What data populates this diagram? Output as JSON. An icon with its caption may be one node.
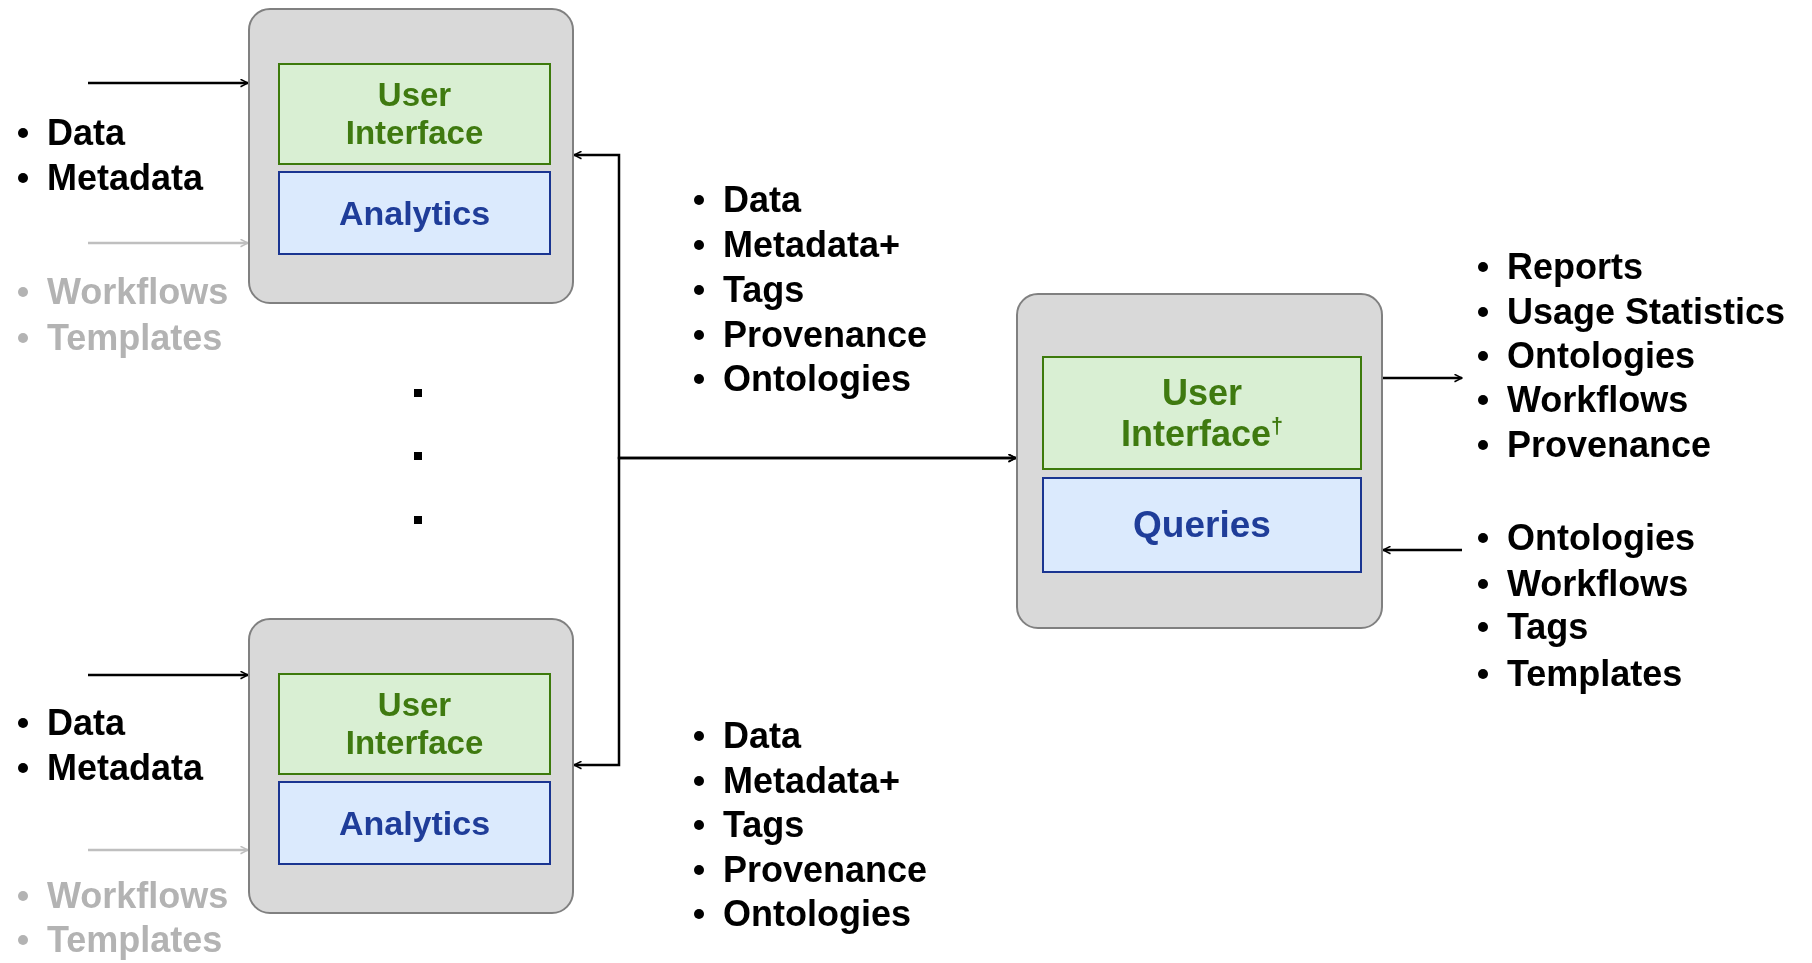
{
  "diagram": {
    "nodes": [
      {
        "text": [],
        "shape": "box"
      },
      {
        "text": [
          "User Interface"
        ],
        "in": 0
      },
      {
        "text": [
          "Analytics"
        ],
        "in": 0
      },
      {
        "text": [],
        "shape": "box"
      },
      {
        "text": [
          "User Interface"
        ],
        "in": 3
      },
      {
        "text": [
          "Analytics"
        ],
        "in": 3
      },
      {
        "text": [],
        "shape": "box"
      },
      {
        "text": [
          "User Interface$^{†}$"
        ],
        "in": 6
      },
      {
        "text": [
          "Queries"
        ],
        "in": 6
      },
      {
        "text": [
          "Reports",
          "Usage Statistics",
          "Ontologies",
          "Workflows",
          "Provenance"
        ]
      },
      {
        "text": [
          "Ontologies",
          "Workflows",
          "Tags",
          "Templates"
        ]
      },
      {
        "text": [
          "Data",
          "Metadata"
        ]
      },
      {
        "text": [
          "Workflows",
          "Templates"
        ]
      },
      {
        "text": [
          "Data",
          "Metadata+",
          "Tags",
          "Provenance",
          "Ontologies"
        ]
      },
      {
        "text": [
          "Data",
          "Metadata"
        ]
      },
      {
        "text": [
          "Workflows",
          "Templates"
        ]
      },
      {
        "text": [
          "Data",
          "Metadata+",
          "Tags",
          "Provenance",
          "Ontologies"
        ]
      }
    ],
    "edges": [
      {
        "from": null,
        "to": 0,
        "arrow": "to"
      },
      {
        "from": null,
        "to": 0,
        "arrow": "to",
        "color": "#bfbfbf"
      },
      {
        "from": null,
        "to": 3,
        "arrow": "to"
      },
      {
        "from": null,
        "to": 3,
        "arrow": "to",
        "color": "#bfbfbf"
      },
      {
        "from": 0,
        "to": 6,
        "arrow": "both"
      },
      {
        "from": 3,
        "to": 6,
        "arrow": "both"
      },
      {
        "from": 6,
        "to": 9,
        "arrow": "to"
      },
      {
        "from": 10,
        "to": 6,
        "arrow": "to"
      }
    ]
  }
}
